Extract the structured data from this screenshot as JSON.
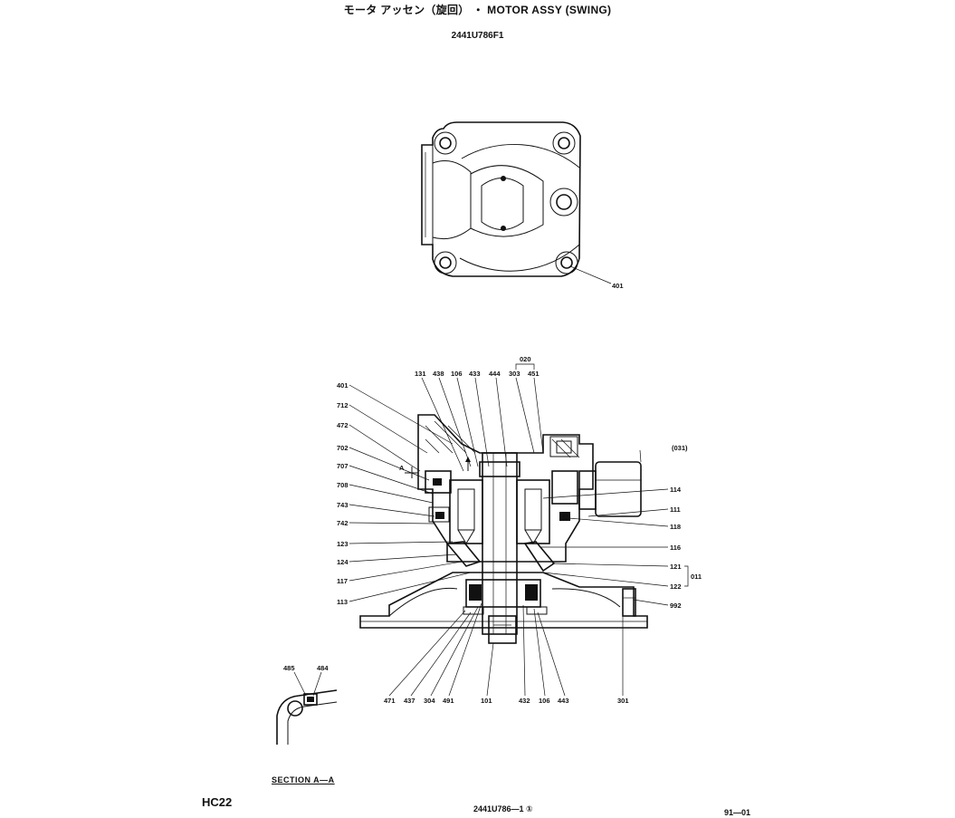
{
  "header": {
    "title": "モータ アッセン（旋回） ・ MOTOR ASSY (SWING)",
    "drawing_number": "2441U786F1"
  },
  "top_view": {
    "callout": "401"
  },
  "section_view": {
    "group_020": "020",
    "group_011": "011",
    "callouts": {
      "c131": "131",
      "c438": "438",
      "c106a": "106",
      "c433": "433",
      "c444": "444",
      "c303": "303",
      "c451": "451",
      "c401": "401",
      "c712": "712",
      "c472": "472",
      "c702": "702",
      "c707": "707",
      "c708": "708",
      "c743": "743",
      "c742": "742",
      "c123": "123",
      "c124": "124",
      "c117": "117",
      "c113": "113",
      "c031": "(031)",
      "c114": "114",
      "c111": "111",
      "c118": "118",
      "c116": "116",
      "c121": "121",
      "c122": "122",
      "c992": "992",
      "c471": "471",
      "c437": "437",
      "c304": "304",
      "c491": "491",
      "c101": "101",
      "c432": "432",
      "c106b": "106",
      "c443": "443",
      "c301": "301",
      "c485": "485",
      "c484": "484",
      "mark_a": "A"
    }
  },
  "section_label": "SECTION  A—A",
  "footer": {
    "model": "HC22",
    "ref": "2441U786—1 ①",
    "page": "91—01"
  }
}
